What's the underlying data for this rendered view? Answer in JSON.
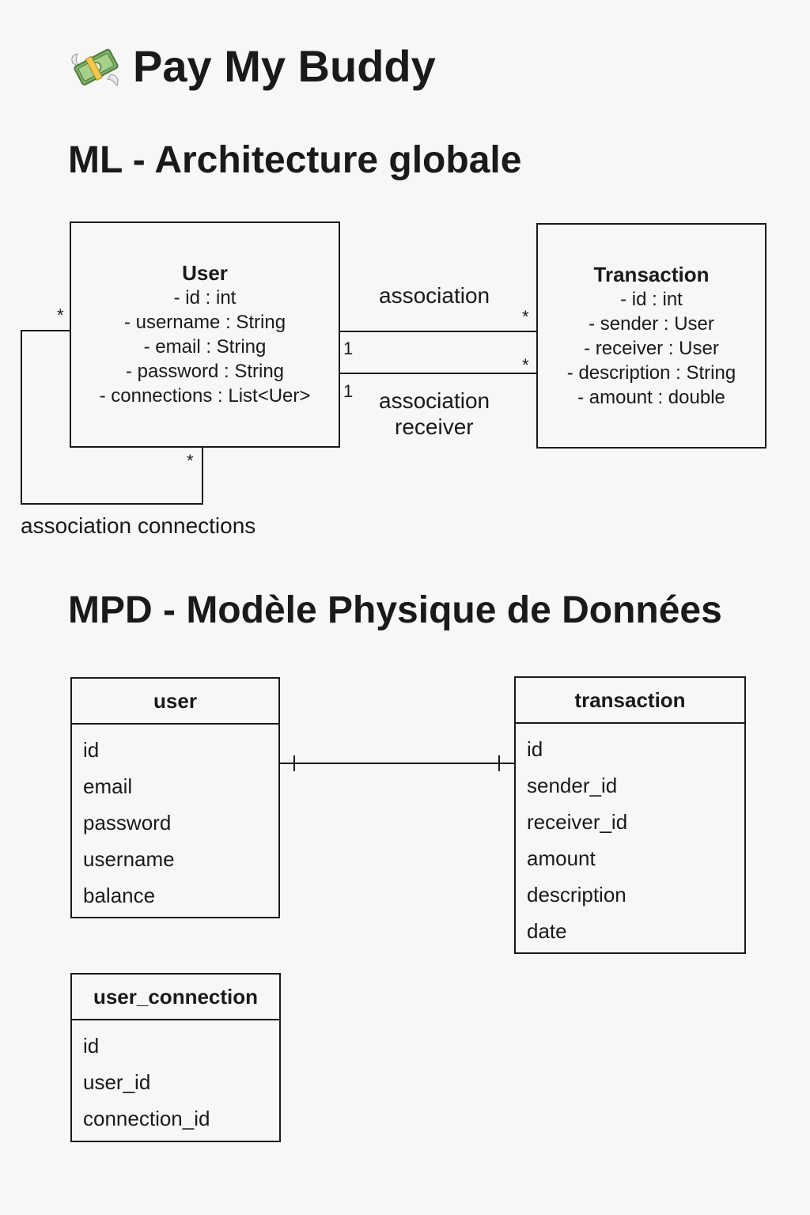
{
  "app": {
    "title": "Pay My Buddy",
    "icon": "money-with-wings-icon"
  },
  "ml": {
    "title": "ML - Architecture globale",
    "user_class": {
      "name": "User",
      "attributes": [
        "- id : int",
        "- username : String",
        "- email : String",
        "- password : String",
        "- connections : List<Uer>"
      ]
    },
    "transaction_class": {
      "name": "Transaction",
      "attributes": [
        "- id : int",
        "- sender : User",
        "- receiver : User",
        "- description : String",
        "- amount : double"
      ]
    },
    "association_label": "association",
    "association_receiver_label_line1": "association",
    "association_receiver_label_line2": "receiver",
    "association_connections_label": "association connections",
    "multiplicities": {
      "sender_user_side": "1",
      "sender_transaction_side": "*",
      "receiver_user_side": "1",
      "receiver_transaction_side": "*",
      "connections_left": "*",
      "connections_bottom": "*"
    }
  },
  "mpd": {
    "title": "MPD - Modèle Physique de Données",
    "user_table": {
      "name": "user",
      "columns": [
        "id",
        "email",
        "password",
        "username",
        "balance"
      ]
    },
    "transaction_table": {
      "name": "transaction",
      "columns": [
        "id",
        "sender_id",
        "receiver_id",
        "amount",
        "description",
        "date"
      ]
    },
    "user_connection_table": {
      "name": "user_connection",
      "columns": [
        "id",
        "user_id",
        "connection_id"
      ]
    }
  }
}
